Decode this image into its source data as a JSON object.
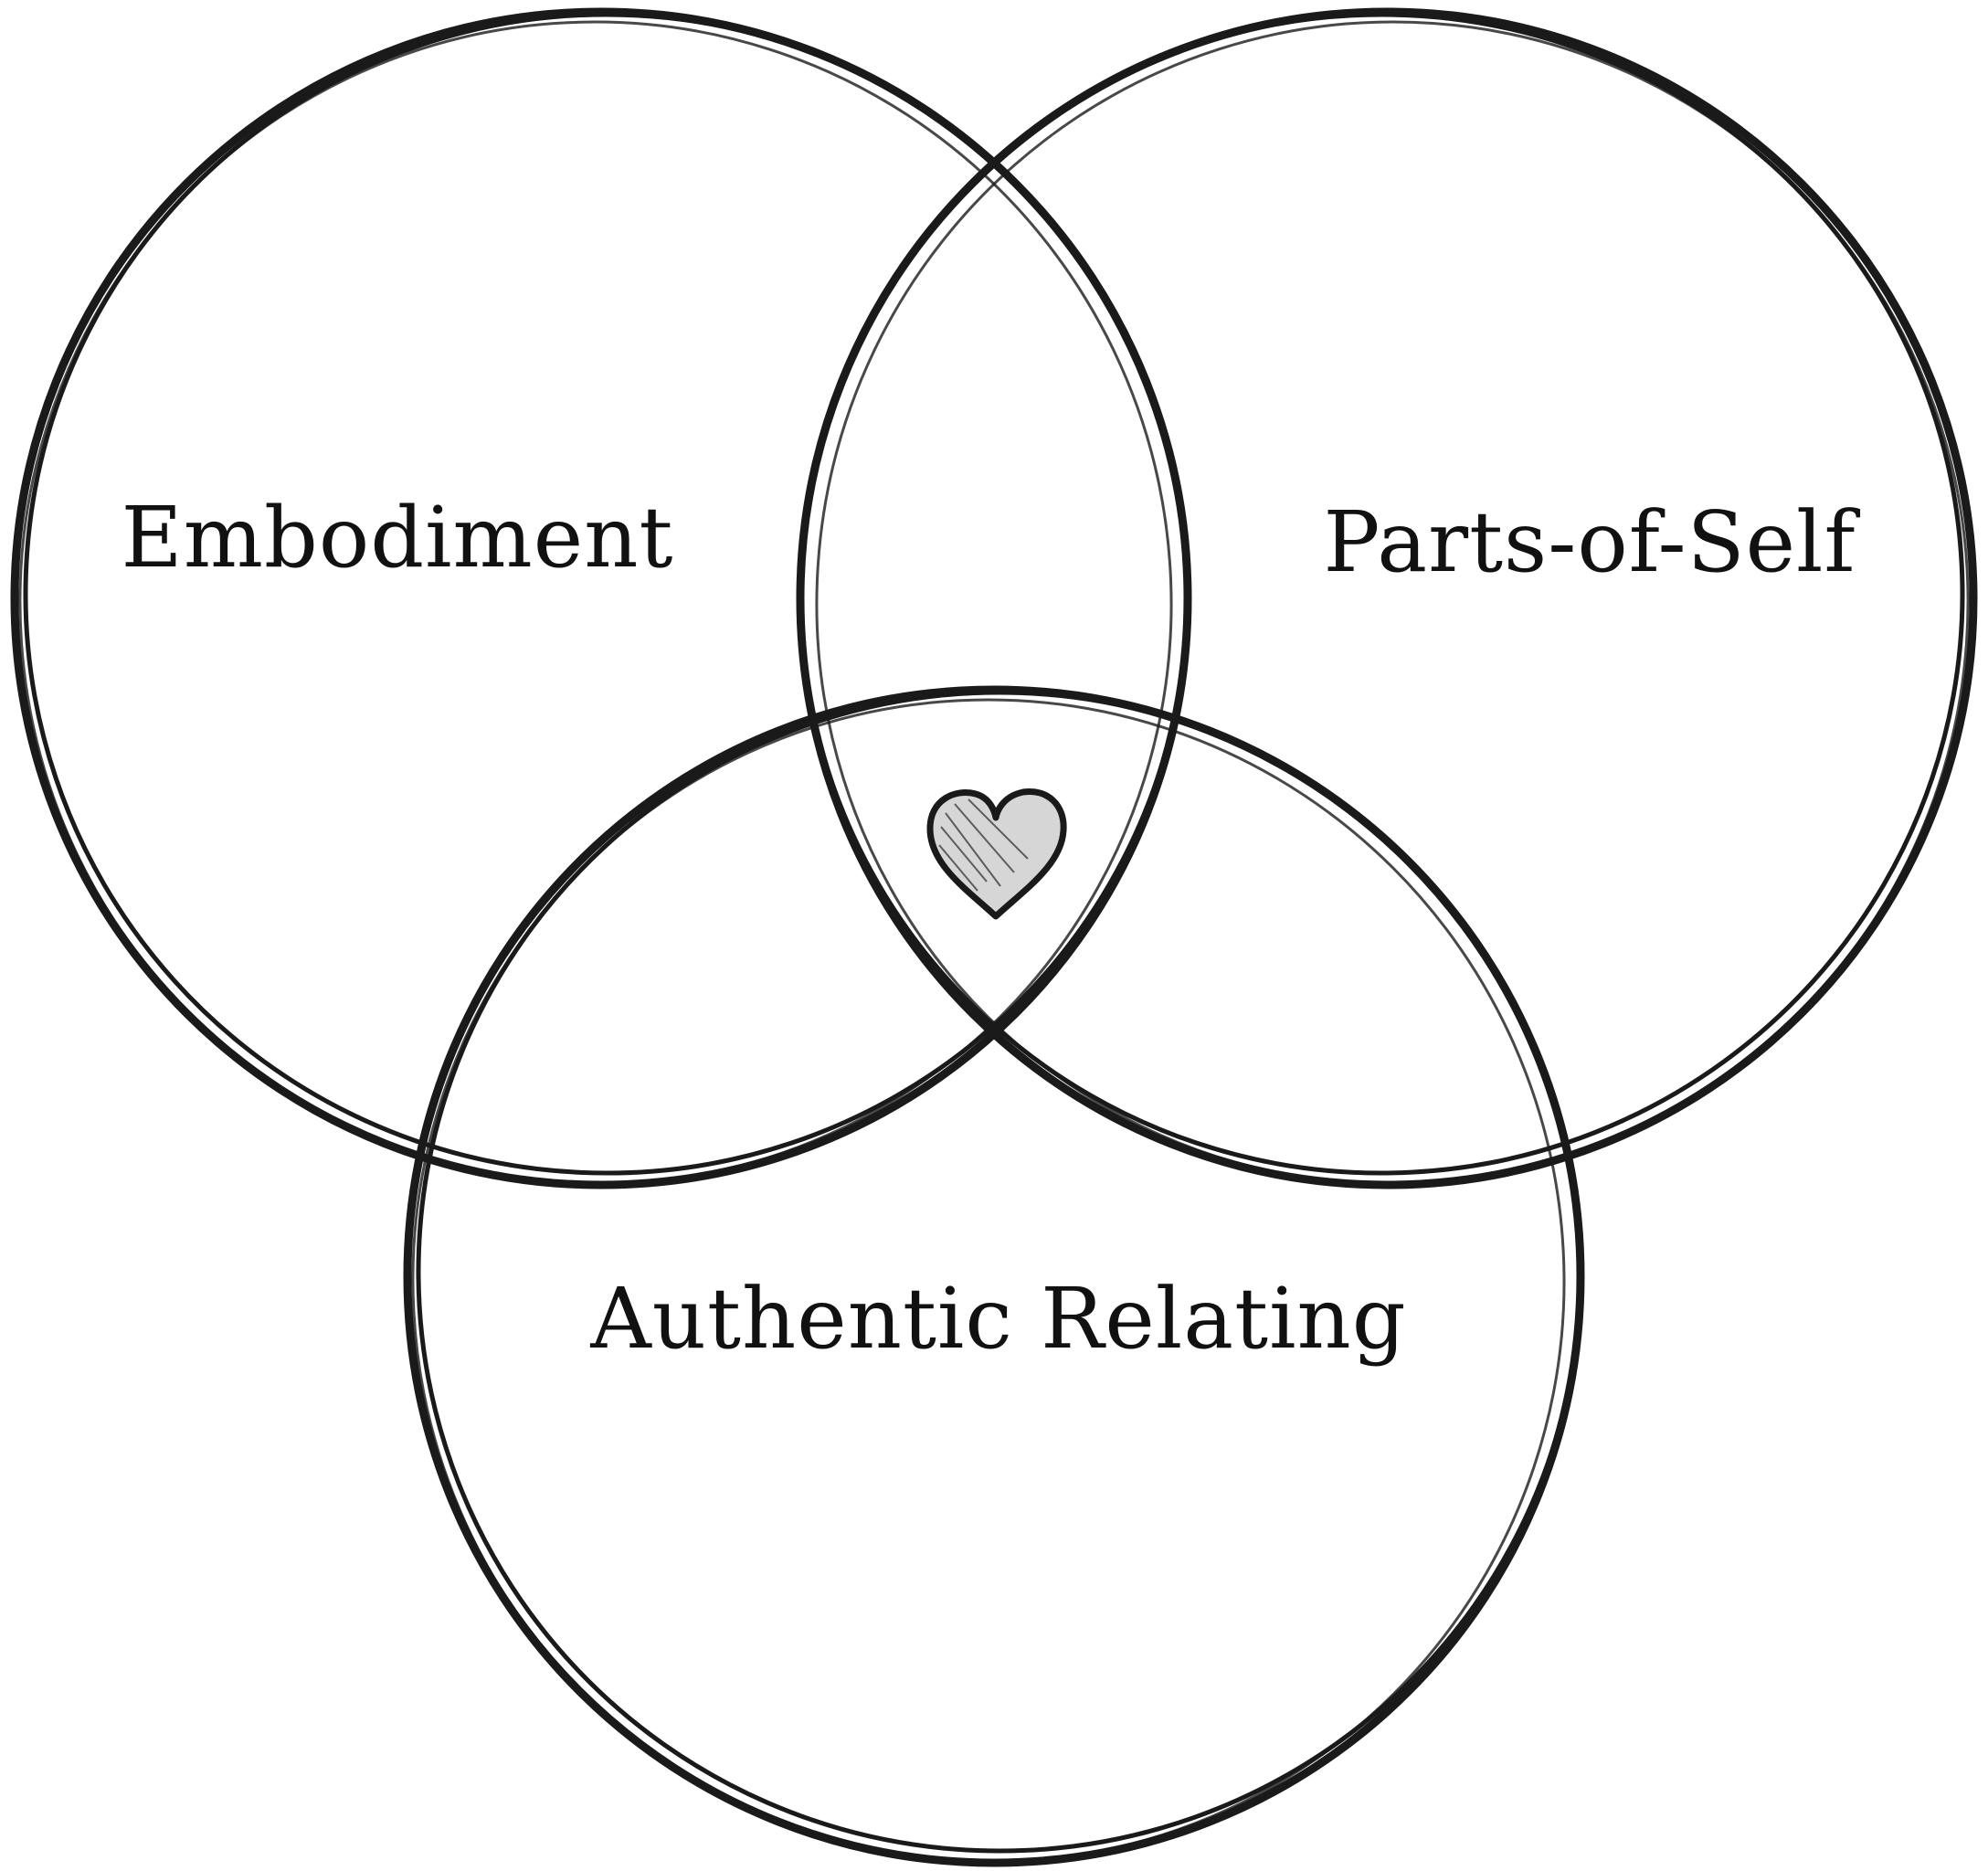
{
  "diagram": {
    "type": "venn",
    "sets": [
      {
        "id": "embodiment",
        "label": "Embodiment"
      },
      {
        "id": "parts",
        "label": "Parts-of-Self"
      },
      {
        "id": "relating",
        "label": "Authentic Relating"
      }
    ],
    "center_icon": "heart-icon",
    "colors": {
      "stroke": "#1a1a1a",
      "background": "#ffffff",
      "text": "#111111"
    }
  }
}
